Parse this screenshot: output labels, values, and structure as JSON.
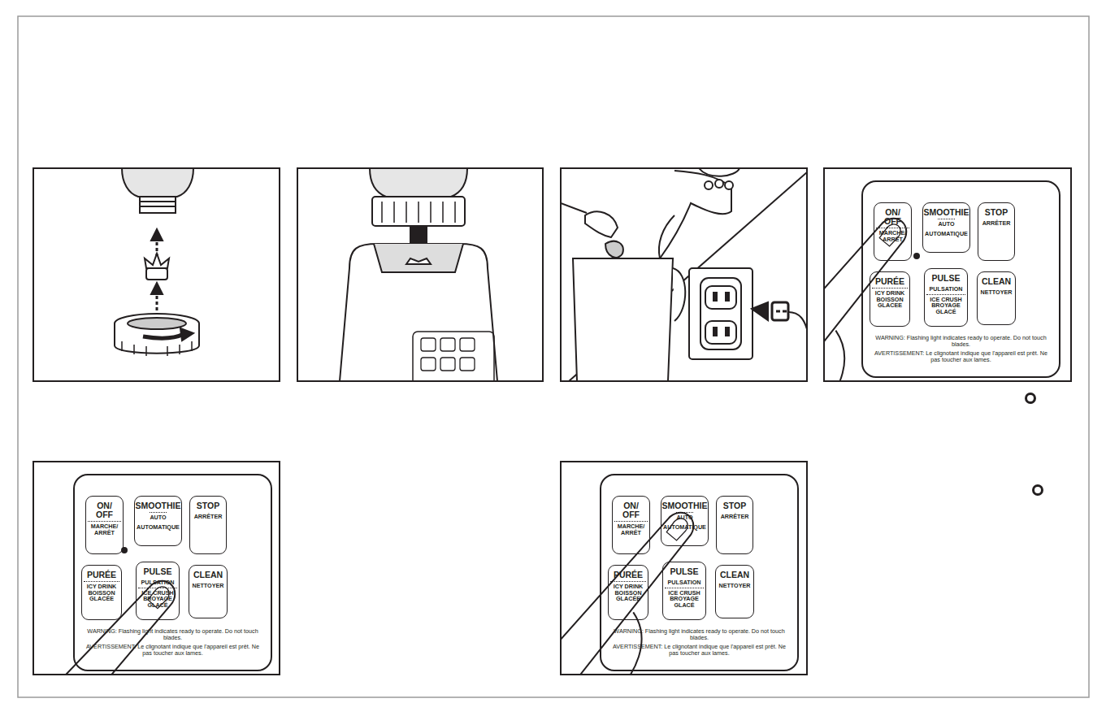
{
  "diagram": {
    "nodes": [
      {
        "text": [
          "WARNING: Flashing light indicates ready to operate. Do not touch blades.",
          "AVERTISSEMENT: Le clignotant indique que l'appareil est prêt. Ne pas toucher aux lames."
        ]
      },
      {
        "text": [
          "ON/ OFF",
          "MARCHE/ ARRÊT"
        ],
        "in": 0
      },
      {
        "text": [
          "SMOOTHIE",
          "AUTO",
          "AUTOMATIQUE"
        ],
        "in": 0
      },
      {
        "text": [
          "STOP",
          "ARRÊTER"
        ],
        "in": 0
      },
      {
        "text": [
          "PURÉE",
          "ICY DRINK BOISSON GLACEE"
        ],
        "in": 0
      },
      {
        "text": [
          "PULSE",
          "PULSATION",
          "ICE CRUSH BROYAGE GLACÉ"
        ],
        "in": 0
      },
      {
        "text": [
          "CLEAN",
          "NETTOYER"
        ],
        "in": 0
      },
      {
        "text": [
          "WARNING: Flashing light indicates ready to operate. Do not touch blades.",
          "AVERTISSEMENT: Le clignotant indique que l'appareil est prêt. Ne pas toucher aux lames."
        ]
      },
      {
        "text": [
          "ON/ OFF",
          "MARCHE/ ARRÊT"
        ],
        "in": 7
      },
      {
        "text": [
          "SMOOTHIE",
          "AUTO",
          "AUTOMATIQUE"
        ],
        "in": 7
      },
      {
        "text": [
          "STOP",
          "ARRÊTER"
        ],
        "in": 7
      },
      {
        "text": [
          "PURÉE",
          "ICY DRINK BOISSON GLACÉE"
        ],
        "in": 7
      },
      {
        "text": [
          "PULSE",
          "PULSATION",
          "ICE CRUSH BROYAGE GLACÉ"
        ],
        "in": 7
      },
      {
        "text": [
          "CLEAN",
          "NETTOYER"
        ],
        "in": 7
      },
      {
        "text": [
          "WARNING: Flashing light indicates ready to operate. Do not touch blades.",
          "AVERTISSEMENT: Le clignotant indique que l'appareil est prêt. Ne pas toucher aux lames."
        ]
      },
      {
        "text": [
          "ON/ OFF",
          "MARCHE/ ARRÊT"
        ],
        "in": 14
      },
      {
        "text": [
          "SMOOTHIE",
          "AUTO",
          "AUTOMATIQUE"
        ],
        "in": 14
      },
      {
        "text": [
          "STOP",
          "ARRÊTER"
        ],
        "in": 14
      },
      {
        "text": [
          "PURÉE",
          "ICY DRINK BOISSON GLACÉE"
        ],
        "in": 14
      },
      {
        "text": [
          "PULSE",
          "PULSATION",
          "ICE CRUSH BROYAGE GLACÉ"
        ],
        "in": 14
      },
      {
        "text": [
          "CLEAN",
          "NETTOYER"
        ],
        "in": 14
      }
    ]
  }
}
